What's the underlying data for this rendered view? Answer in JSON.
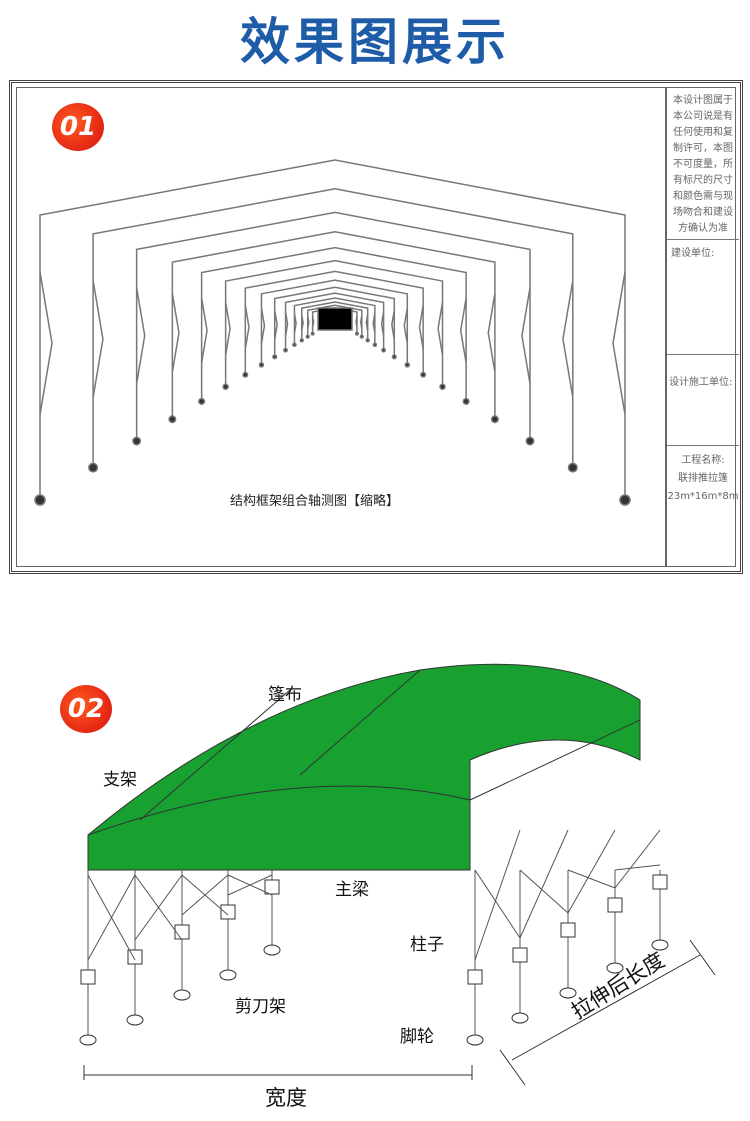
{
  "title": "效果图展示",
  "section1": {
    "badge": "01",
    "caption": "结构框架组合轴测图【缩略】",
    "side_notes": {
      "copyright": "本设计图属于本公司说是有任何使用和复制许可，本图不可度量，所有标尺的尺寸和颜色需与现场吻合和建设方确认为准",
      "client_label": "建设单位:",
      "contractor_label": "设计施工单位:",
      "project_label": "工程名称:",
      "project_name": "联排推拉篷",
      "project_size": "23m*16m*8m"
    }
  },
  "section2": {
    "badge": "02",
    "labels": {
      "canopy": "篷布",
      "bracket": "支架",
      "main_beam": "主梁",
      "column": "柱子",
      "scissor": "剪刀架",
      "caster": "脚轮",
      "width": "宽度",
      "extended_length": "拉伸后长度"
    },
    "canopy_color": "#18a030"
  }
}
